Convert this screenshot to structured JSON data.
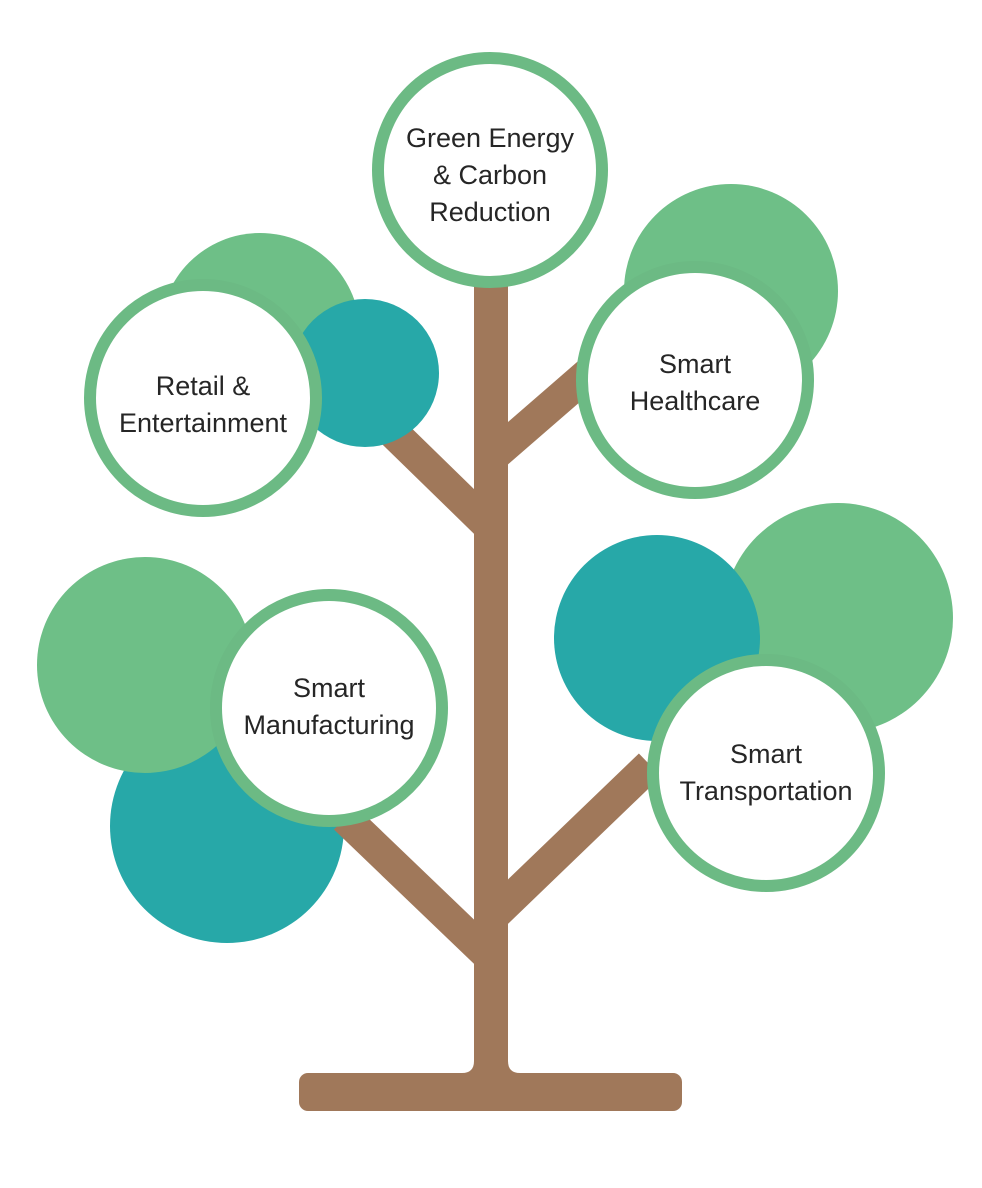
{
  "diagram": {
    "type": "tree",
    "colors": {
      "trunk": "#a0785a",
      "leaf_green": "#6ebf87",
      "leaf_teal": "#27a8a8",
      "ring": "#6cba84",
      "node_fill": "#ffffff",
      "text": "#262626"
    },
    "nodes": [
      {
        "id": "green-energy",
        "lines": [
          "Green Energy",
          "& Carbon",
          "Reduction"
        ]
      },
      {
        "id": "retail",
        "lines": [
          "Retail &",
          "Entertainment"
        ]
      },
      {
        "id": "healthcare",
        "lines": [
          "Smart",
          "Healthcare"
        ]
      },
      {
        "id": "manufacturing",
        "lines": [
          "Smart",
          "Manufacturing"
        ]
      },
      {
        "id": "transportation",
        "lines": [
          "Smart",
          "Transportation"
        ]
      }
    ]
  }
}
